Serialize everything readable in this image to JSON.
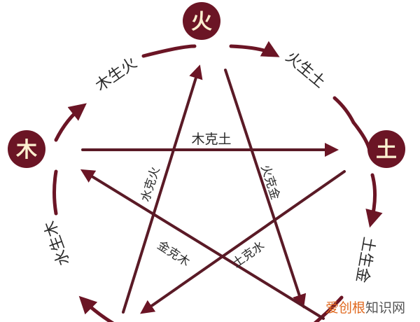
{
  "colors": {
    "primary": "#6b1525",
    "node_text": "#fbefcf",
    "label_text": "#2a2a2a",
    "watermark_orange": "#e0691f",
    "watermark_gray": "#555555"
  },
  "nodes": {
    "fire": "火",
    "wood": "木",
    "earth": "土"
  },
  "generating_cycle": {
    "wood_fire": "木生火",
    "fire_earth": "火生土",
    "earth_metal": "土生金",
    "water_wood": "水生木"
  },
  "overcoming_cycle": {
    "wood_earth": "木克土",
    "water_fire": "水克火",
    "fire_metal": "火克金",
    "metal_wood": "金克木",
    "earth_water": "土克水"
  },
  "watermark": {
    "part1": "爱创根",
    "part2": "知识网"
  }
}
